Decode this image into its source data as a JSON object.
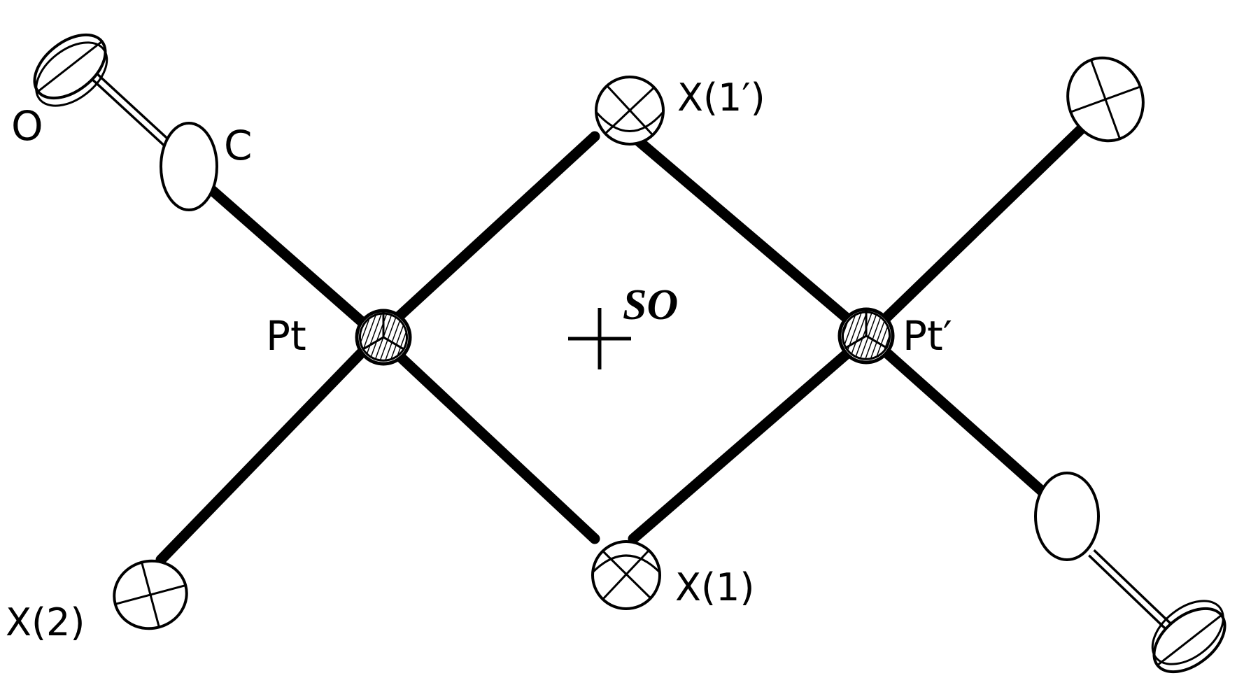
{
  "labels": {
    "oxygen": "O",
    "carbon": "C",
    "pt": "Pt",
    "pt_prime": "Pt′",
    "x1_prime": "X(1′)",
    "x1": "X(1)",
    "x2": "X(2)",
    "symmetry_origin": "SO"
  },
  "colors": {
    "ink": "#000000",
    "paper": "#ffffff"
  }
}
